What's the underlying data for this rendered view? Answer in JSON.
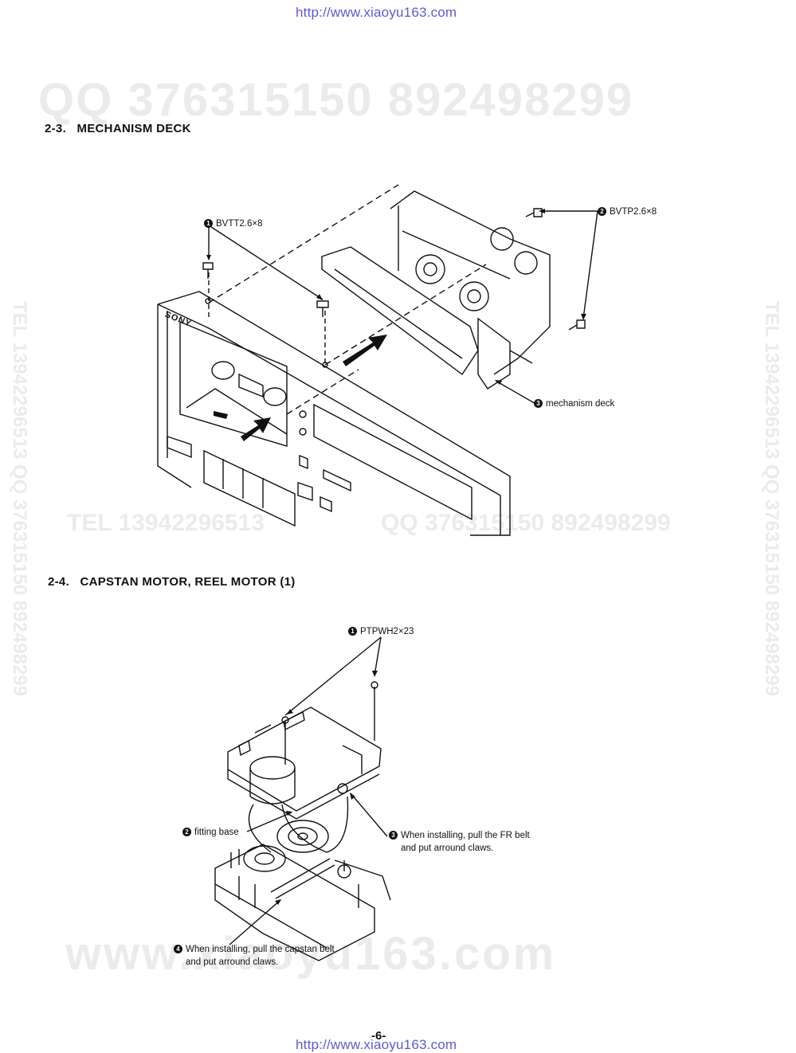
{
  "header_url": "http://www.xiaoyu163.com",
  "footer_url": "http://www.xiaoyu163.com",
  "page_number": "-6-",
  "watermarks": {
    "top": "QQ 376315150    892498299",
    "middle_left": "TEL 13942296513",
    "middle_right": "QQ 376315150 892498299",
    "side": "TEL 13942296513  QQ 376315150  892498299",
    "bottom": "www.xiaoyu163.com"
  },
  "section_2_3": {
    "title": "2-3.   MECHANISM DECK",
    "callouts": [
      {
        "num": "1",
        "text": "BVTT2.6×8"
      },
      {
        "num": "2",
        "text": "BVTP2.6×8"
      },
      {
        "num": "3",
        "text": "mechanism deck"
      }
    ],
    "panel_logo": "SONY"
  },
  "section_2_4": {
    "title": "2-4.   CAPSTAN MOTOR, REEL MOTOR (1)",
    "callouts": [
      {
        "num": "1",
        "text": "PTPWH2×23"
      },
      {
        "num": "2",
        "text": "fitting base"
      },
      {
        "num": "3",
        "text": "When installing, pull the FR belt\nand put arround claws."
      },
      {
        "num": "4",
        "text": "When installing, pull the capstan belt\nand put arround claws."
      }
    ]
  }
}
